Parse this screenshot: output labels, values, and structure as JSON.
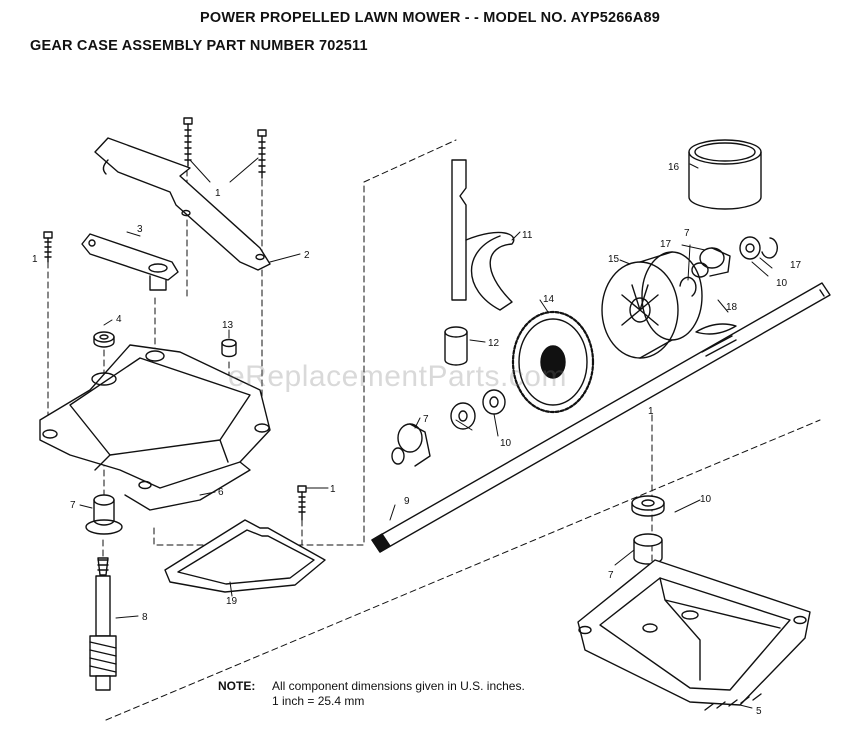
{
  "header": {
    "title": "POWER PROPELLED LAWN MOWER - - MODEL NO. AYP5266A89",
    "subtitle": "GEAR CASE ASSEMBLY PART NUMBER 702511"
  },
  "watermark": "eReplacementParts.com",
  "note": {
    "label": "NOTE:",
    "line1": "All component dimensions given in U.S. inches.",
    "line2": "1 inch = 25.4 mm"
  },
  "callouts": [
    "1",
    "1",
    "1",
    "1",
    "2",
    "3",
    "4",
    "5",
    "6",
    "7",
    "7",
    "7",
    "7",
    "8",
    "9",
    "10",
    "10",
    "10",
    "11",
    "12",
    "13",
    "14",
    "15",
    "16",
    "17",
    "17",
    "18",
    "19"
  ]
}
